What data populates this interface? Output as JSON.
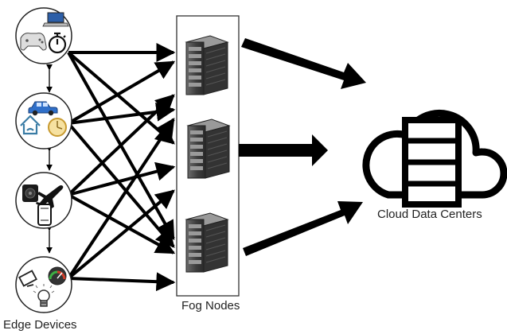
{
  "labels": {
    "fog_nodes": "Fog Nodes",
    "cloud_data_centers": "Cloud Data Centers",
    "edge_devices": "Edge Devices"
  },
  "edge_groups": [
    {
      "name": "edge-device-group-1",
      "icons": [
        "laptop-icon",
        "gamepad-icon",
        "stopwatch-icon"
      ]
    },
    {
      "name": "edge-device-group-2",
      "icons": [
        "car-icon",
        "smart-home-icon",
        "gauge-icon"
      ]
    },
    {
      "name": "edge-device-group-3",
      "icons": [
        "speaker-icon",
        "airplane-icon",
        "smartphone-icon"
      ]
    },
    {
      "name": "edge-device-group-4",
      "icons": [
        "monitor-icon",
        "speedometer-icon",
        "light-bulb-icon"
      ]
    }
  ],
  "fog_nodes": [
    "fog-node-1",
    "fog-node-2",
    "fog-node-3"
  ],
  "colors": {
    "arrow": "#000000",
    "server_dark": "#4a4a4a",
    "server_light": "#8a8a8a",
    "car_blue": "#2f6fc9",
    "smart_home_blue": "#3a7ca5",
    "gauge_gold": "#e0b040",
    "speedometer_red": "#d23a2a"
  }
}
